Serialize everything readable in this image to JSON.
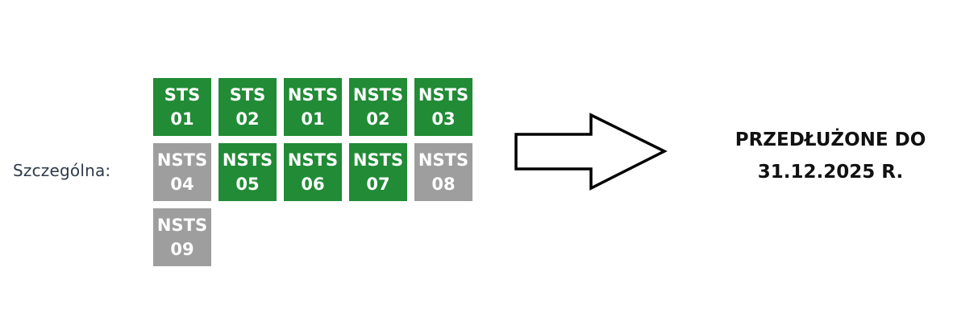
{
  "category": {
    "label": "Szczególna:"
  },
  "tiles": [
    {
      "line1": "STS",
      "line2": "01",
      "status": "active"
    },
    {
      "line1": "STS",
      "line2": "02",
      "status": "active"
    },
    {
      "line1": "NSTS",
      "line2": "01",
      "status": "active"
    },
    {
      "line1": "NSTS",
      "line2": "02",
      "status": "active"
    },
    {
      "line1": "NSTS",
      "line2": "03",
      "status": "active"
    },
    {
      "line1": "NSTS",
      "line2": "04",
      "status": "inactive"
    },
    {
      "line1": "NSTS",
      "line2": "05",
      "status": "active"
    },
    {
      "line1": "NSTS",
      "line2": "06",
      "status": "active"
    },
    {
      "line1": "NSTS",
      "line2": "07",
      "status": "active"
    },
    {
      "line1": "NSTS",
      "line2": "08",
      "status": "inactive"
    },
    {
      "line1": "NSTS",
      "line2": "09",
      "status": "inactive"
    }
  ],
  "colors": {
    "active": "#218b36",
    "inactive": "#9e9e9e"
  },
  "arrow": {
    "icon": "right-arrow-icon"
  },
  "result": {
    "line1": "PRZEDŁUŻONE DO",
    "line2": "31.12.2025 R."
  }
}
